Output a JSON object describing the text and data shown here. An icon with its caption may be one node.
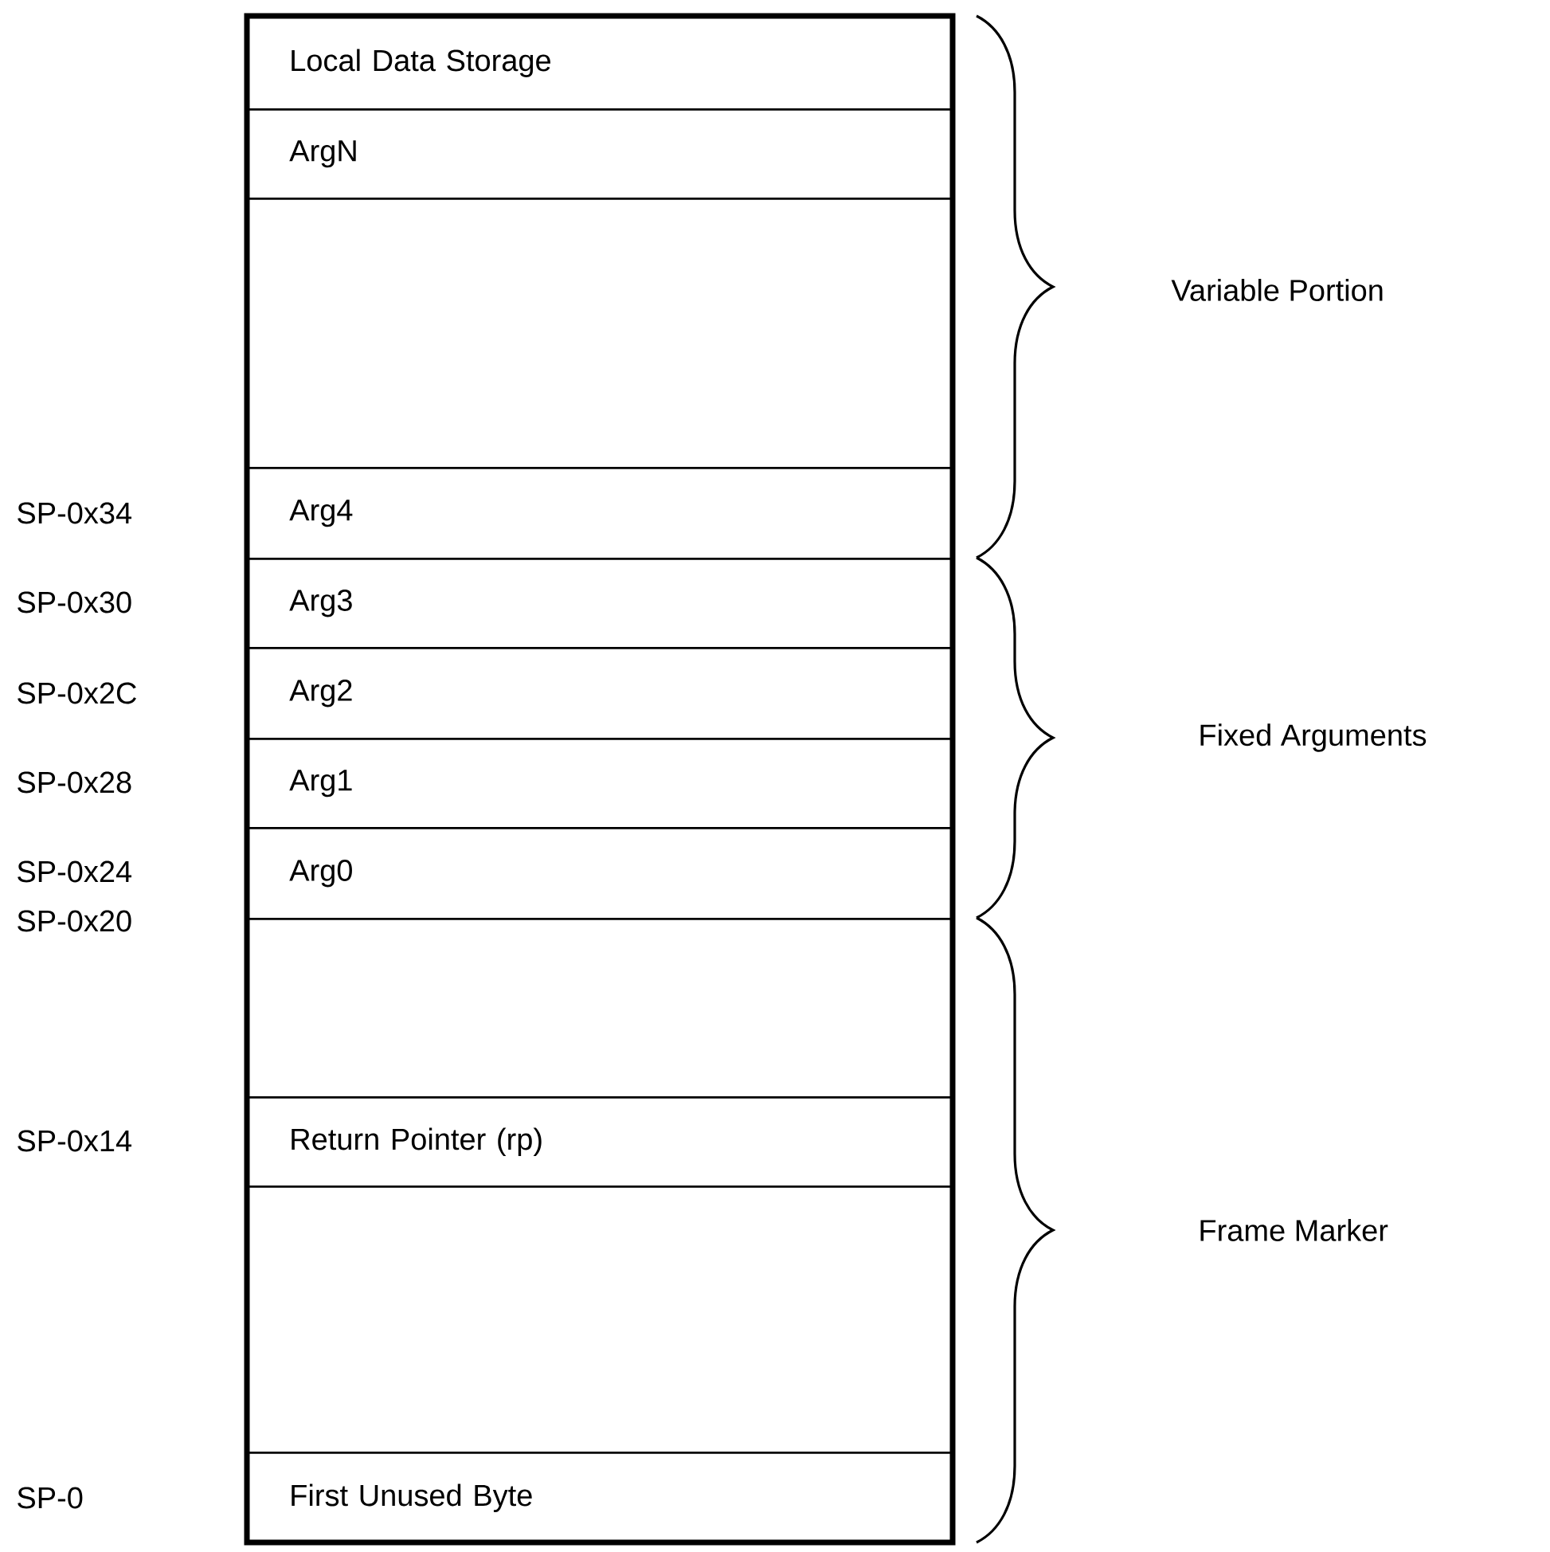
{
  "diagram": {
    "nodes": [
      {
        "text": [
          "Local Data Storage"
        ]
      },
      {
        "text": [
          "ArgN"
        ]
      },
      {
        "text": [],
        "shape": "box"
      },
      {
        "text": [
          "Arg4"
        ]
      },
      {
        "text": [
          "Arg3"
        ]
      },
      {
        "text": [
          "Arg2"
        ]
      },
      {
        "text": [
          "Arg1"
        ]
      },
      {
        "text": [
          "Arg0"
        ]
      },
      {
        "text": [],
        "shape": "box"
      },
      {
        "text": [
          "Return Pointer (rp)"
        ]
      },
      {
        "text": [],
        "shape": "box"
      },
      {
        "text": [
          "First Unused Byte"
        ]
      }
    ],
    "labels": [
      "Variable Portion",
      "SP-0x34",
      "SP-0x30",
      "SP-0x2C",
      "Fixed Arguments",
      "SP-0x28",
      "SP-0x24",
      "SP-0x20",
      "SP-0x14",
      "Frame Marker",
      "SP-0"
    ]
  }
}
